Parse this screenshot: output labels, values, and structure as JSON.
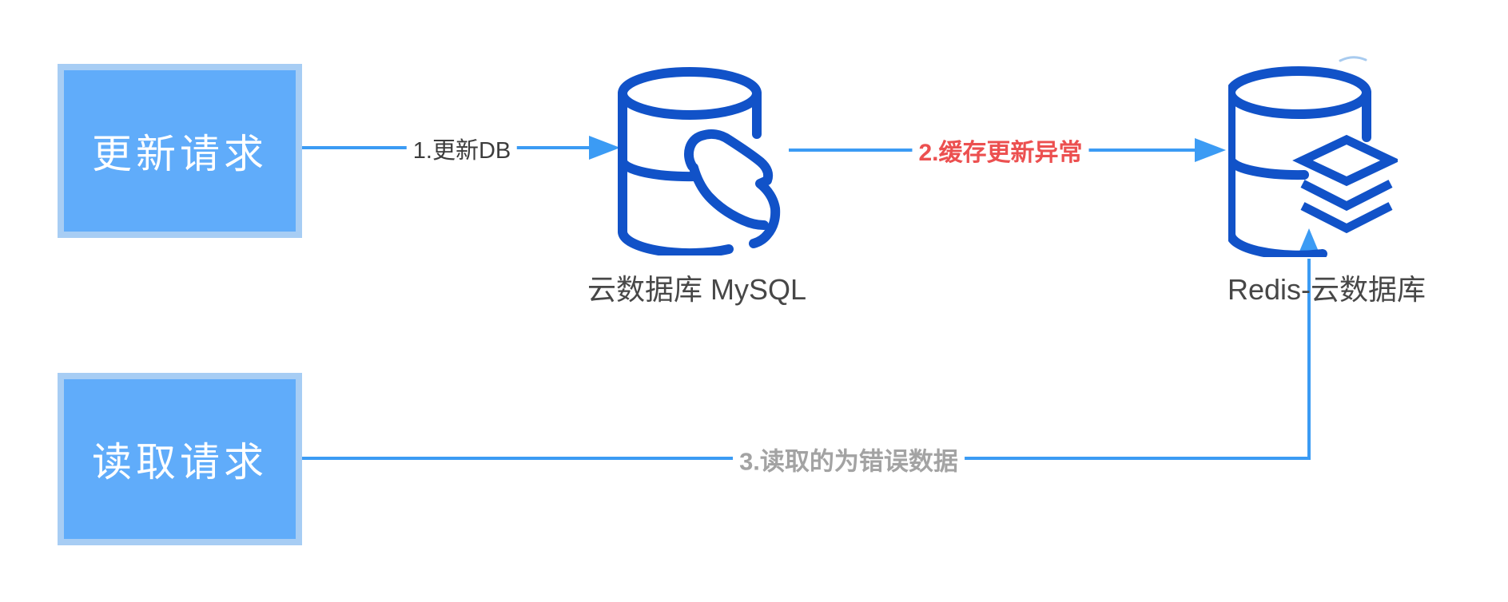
{
  "diagram": {
    "nodes": {
      "update_request": {
        "label": "更新请求"
      },
      "read_request": {
        "label": "读取请求"
      },
      "mysql": {
        "caption": "云数据库 MySQL",
        "icon": "mysql-database-icon"
      },
      "redis": {
        "caption": "Redis-云数据库",
        "icon": "redis-database-icon"
      }
    },
    "edges": {
      "e1": {
        "label": "1.更新DB",
        "from": "update_request",
        "to": "mysql",
        "style": "blue-arrow"
      },
      "e2": {
        "label": "2.缓存更新异常",
        "from": "mysql",
        "to": "redis",
        "style": "blue-arrow-red-label"
      },
      "e3": {
        "label": "3.读取的为错误数据",
        "from": "read_request",
        "to": "redis",
        "style": "blue-arrow"
      }
    },
    "colors": {
      "node_fill": "#60ACFA",
      "node_border": "#A7CDF4",
      "node_text": "#FFFFFF",
      "connector_blue": "#3B9BF4",
      "icon_blue": "#1152C8",
      "error_red": "#EC5050",
      "muted_gray": "#A3A3A3",
      "label_dark": "#3C3C3C",
      "caption_dark": "#474747",
      "background": "#FFFFFF"
    }
  }
}
